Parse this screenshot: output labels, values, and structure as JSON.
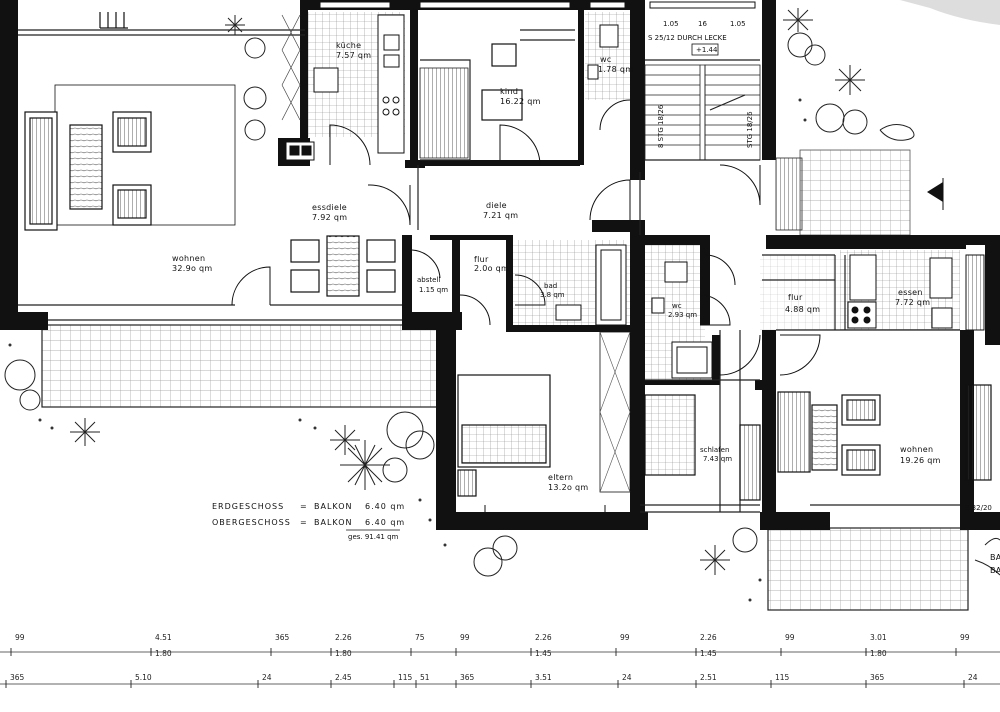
{
  "rooms": {
    "kueche": {
      "name": "küche",
      "area": "7.57 qm"
    },
    "kind": {
      "name": "kind",
      "area": "16.22 qm"
    },
    "wc_top": {
      "name": "wc",
      "area": "1.78 qm"
    },
    "wohnen_left": {
      "name": "wohnen",
      "area": "32.9o qm"
    },
    "essdiele": {
      "name": "essdiele",
      "area": "7.92 qm"
    },
    "diele": {
      "name": "diele",
      "area": "7.21 qm"
    },
    "flur_center": {
      "name": "flur",
      "area": "2.0o qm"
    },
    "abstell": {
      "name": "abstell",
      "area": "1.15 qm"
    },
    "bad": {
      "name": "bad",
      "area": "3.8 qm"
    },
    "wc_right": {
      "name": "wc",
      "area": "2.93 qm"
    },
    "flur_right": {
      "name": "flur",
      "area": "4.88 qm"
    },
    "essen": {
      "name": "essen",
      "area": "7.72 qm"
    },
    "eltern": {
      "name": "eltern",
      "area": "13.2o qm"
    },
    "schlafen": {
      "name": "schlafen",
      "area": "7.43 qm"
    },
    "wohnen_right": {
      "name": "wohnen",
      "area": "19.26 qm"
    }
  },
  "stair": {
    "top_left": "1.05",
    "top_mid": "16",
    "top_right": "1.05",
    "rise_text": "S 25/12 DURCH LECKE",
    "level": "+1.44",
    "steps_left": "8 STG 18/26",
    "steps_right": "STG 18/26"
  },
  "balcony_summary": {
    "ground_label": "ERDGESCHOSS",
    "upper_label": "OBERGESCHOSS",
    "sep": "=",
    "type": "BALKON",
    "ground_area": "6.40 qm",
    "upper_area": "6.40 qm",
    "total": "ges. 91.41 qm"
  },
  "corner_note": "9.32/20",
  "edge_right_1": "BA",
  "edge_right_2": "BA",
  "dimensions_row1": [
    "99",
    "4.51",
    "1.80",
    "365",
    "2.26",
    "1.80",
    "75",
    "99",
    "2.26",
    "1.45",
    "99",
    "2.26",
    "1.45",
    "99",
    "3.01",
    "1.80",
    "99"
  ],
  "dimensions_row2": [
    "365",
    "5.10",
    "24",
    "2.45",
    "115",
    "51",
    "365",
    "3.51",
    "24",
    "2.51",
    "115",
    "365",
    "24"
  ]
}
